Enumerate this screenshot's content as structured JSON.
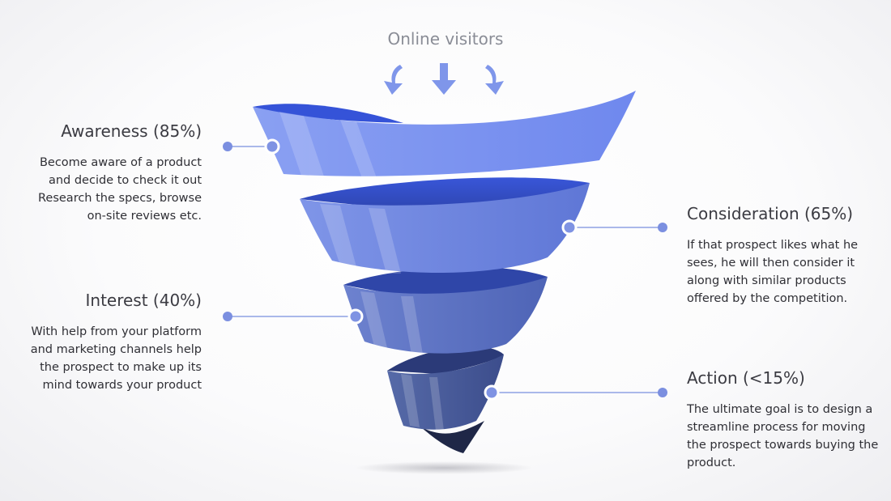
{
  "header": {
    "title": "Online visitors"
  },
  "colors": {
    "band_top": "#7e94f0",
    "band_dark": "#1f2747",
    "connector": "#8fa2e3",
    "marker": "#7b8fe0"
  },
  "stages": {
    "awareness": {
      "title": "Awareness (85%)",
      "description": "Become aware of a product and decide to check it out Research the specs, browse on-site reviews etc."
    },
    "consideration": {
      "title": "Consideration (65%)",
      "description": "If that prospect likes what he sees, he will then consider it along with similar products offered by the competition."
    },
    "interest": {
      "title": "Interest (40%)",
      "description": "With help from your platform and marketing channels help the prospect to make up its mind towards your product"
    },
    "action": {
      "title": "Action (<15%)",
      "description": "The ultimate goal is to design a streamline process for moving the prospect towards buying the product."
    }
  },
  "icons": [
    "curved-arrow-left-icon",
    "arrow-down-icon",
    "curved-arrow-right-icon"
  ]
}
